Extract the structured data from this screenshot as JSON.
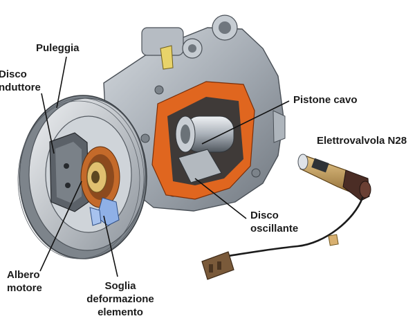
{
  "labels": {
    "puleggia": "Puleggia",
    "disco_induttore_l1": "Disco",
    "disco_induttore_l2": "nduttore",
    "pistone_cavo": "Pistone cavo",
    "elettrovalvola": "Elettrovalvola N28",
    "disco_oscillante_l1": "Disco",
    "disco_oscillante_l2": "oscillante",
    "albero_motore_l1": "Albero",
    "albero_motore_l2": "motore",
    "soglia_l1": "Soglia",
    "soglia_l2": "deformazione",
    "soglia_l3": "elemento"
  },
  "colors": {
    "background": "#ffffff",
    "label_text": "#1b1b1b",
    "leader_line": "#111111",
    "housing_grey": "#9ea6b0",
    "cutaway_orange": "#e0661f",
    "valve_brass": "#c8a060",
    "connector_brown": "#7a5a3a"
  }
}
